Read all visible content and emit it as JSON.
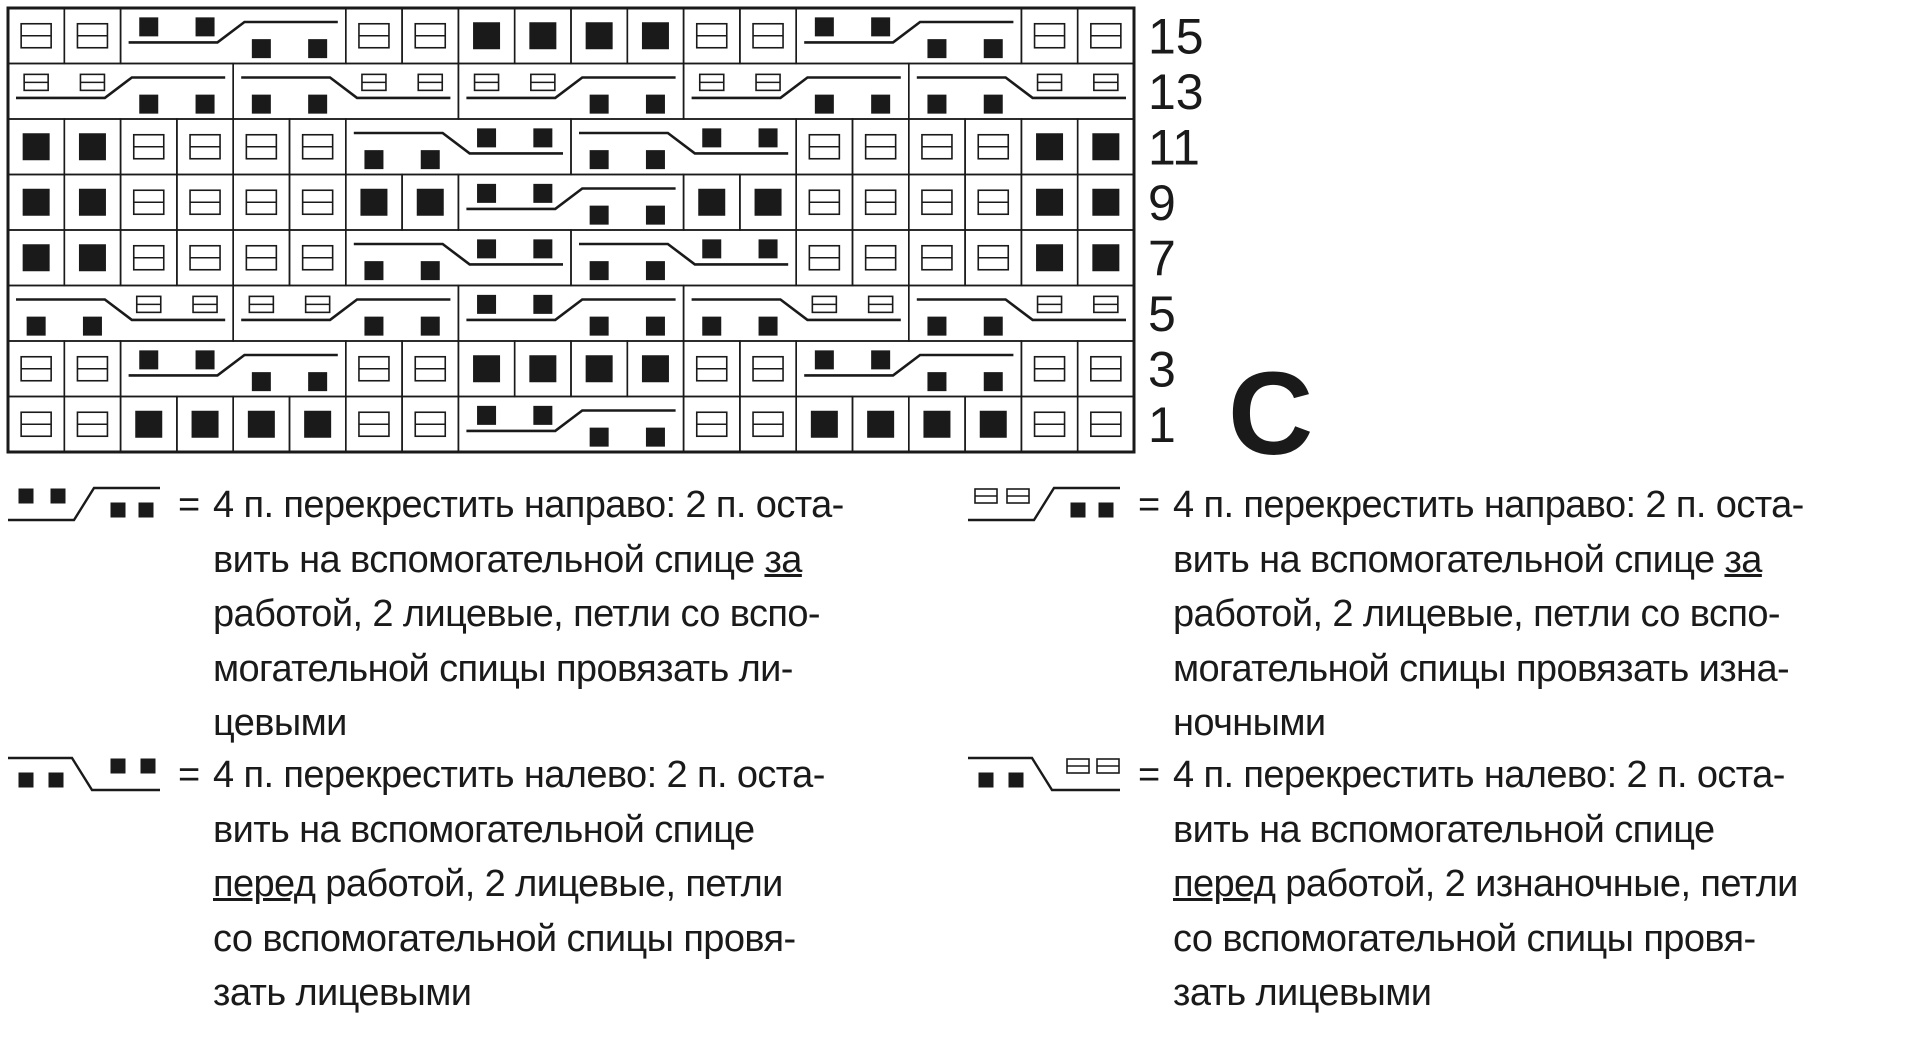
{
  "chart_label": "C",
  "row_numbers": [
    "15",
    "13",
    "11",
    "9",
    "7",
    "5",
    "3",
    "1"
  ],
  "chart_rows": [
    [
      "P",
      "P",
      "CR",
      "CR",
      "CR",
      "CR",
      "P",
      "P",
      "K",
      "K",
      "K",
      "K",
      "P",
      "P",
      "CR",
      "CR",
      "CR",
      "CR",
      "P",
      "P"
    ],
    [
      "CRP",
      "CRP",
      "CRP",
      "CRP",
      "CLP",
      "CLP",
      "CLP",
      "CLP",
      "CRP",
      "CRP",
      "CRP",
      "CRP",
      "CRP",
      "CRP",
      "CRP",
      "CRP",
      "CLP",
      "CLP",
      "CLP",
      "CLP"
    ],
    [
      "K",
      "K",
      "P",
      "P",
      "P",
      "P",
      "CL",
      "CL",
      "CL",
      "CL",
      "CL",
      "CL",
      "CL",
      "CL",
      "P",
      "P",
      "P",
      "P",
      "K",
      "K"
    ],
    [
      "K",
      "K",
      "P",
      "P",
      "P",
      "P",
      "K",
      "K",
      "CR",
      "CR",
      "CR",
      "CR",
      "K",
      "K",
      "P",
      "P",
      "P",
      "P",
      "K",
      "K"
    ],
    [
      "K",
      "K",
      "P",
      "P",
      "P",
      "P",
      "CL",
      "CL",
      "CL",
      "CL",
      "CL",
      "CL",
      "CL",
      "CL",
      "P",
      "P",
      "P",
      "P",
      "K",
      "K"
    ],
    [
      "CLP",
      "CLP",
      "CLP",
      "CLP",
      "CRP",
      "CRP",
      "CRP",
      "CRP",
      "CR",
      "CR",
      "CR",
      "CR",
      "CLP",
      "CLP",
      "CLP",
      "CLP",
      "CLP",
      "CLP",
      "CLP",
      "CLP"
    ],
    [
      "P",
      "P",
      "CR",
      "CR",
      "CR",
      "CR",
      "P",
      "P",
      "K",
      "K",
      "K",
      "K",
      "P",
      "P",
      "CR",
      "CR",
      "CR",
      "CR",
      "P",
      "P"
    ],
    [
      "P",
      "P",
      "K",
      "K",
      "K",
      "K",
      "P",
      "P",
      "CR",
      "CR",
      "CR",
      "CR",
      "P",
      "P",
      "K",
      "K",
      "K",
      "K",
      "P",
      "P"
    ]
  ],
  "legend": [
    {
      "symbol": "cable-right-knit",
      "eq": "=",
      "lines": [
        {
          "text": "4 п. перекрестить направо: 2 п. оста-"
        },
        {
          "pre": "вить на вспомогательной спице ",
          "u": "за"
        },
        {
          "text": "работой, 2 лицевые, петли со вспо-"
        },
        {
          "text": "могательной спицы провязать ли-"
        },
        {
          "text": "цевыми"
        }
      ]
    },
    {
      "symbol": "cable-left-knit",
      "eq": "=",
      "lines": [
        {
          "text": "4 п. перекрестить налево: 2 п. оста-"
        },
        {
          "text": "вить на вспомогательной спице"
        },
        {
          "u": "перед",
          "post": " работой, 2 лицевые, петли"
        },
        {
          "text": "со вспомогательной спицы провя-"
        },
        {
          "text": "зать лицевыми"
        }
      ]
    },
    {
      "symbol": "cable-right-purl",
      "eq": "=",
      "lines": [
        {
          "text": "4 п. перекрестить направо: 2 п. оста-"
        },
        {
          "pre": "вить на вспомогательной спице ",
          "u": "за"
        },
        {
          "text": "работой, 2 лицевые, петли со вспо-"
        },
        {
          "text": "могательной спицы провязать изна-"
        },
        {
          "text": "ночными"
        }
      ]
    },
    {
      "symbol": "cable-left-purl",
      "eq": "=",
      "lines": [
        {
          "text": "4 п. перекрестить налево: 2 п. оста-"
        },
        {
          "text": "вить на вспомогательной спице"
        },
        {
          "u": "перед",
          "post": " работой, 2 изнаночные, петли"
        },
        {
          "text": "со вспомогательной спицы провя-"
        },
        {
          "text": "зать лицевыми"
        }
      ]
    }
  ],
  "colors": {
    "ink": "#1a1a1a",
    "paper": "#ffffff"
  }
}
